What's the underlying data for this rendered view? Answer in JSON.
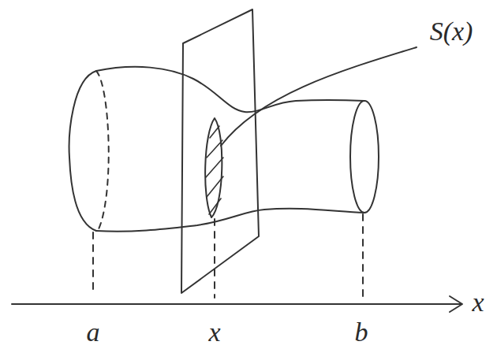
{
  "diagram": {
    "labels": [
      "S(x)",
      "a",
      "x",
      "b",
      "x"
    ]
  }
}
